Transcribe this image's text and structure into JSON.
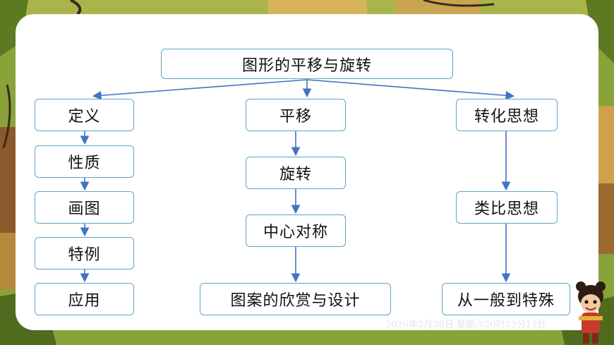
{
  "diagram": {
    "root": "图形的平移与旋转",
    "columns": [
      {
        "items": [
          "定义",
          "性质",
          "画图",
          "特例",
          "应用"
        ]
      },
      {
        "items": [
          "平移",
          "旋转",
          "中心对称",
          "图案的欣赏与设计"
        ]
      },
      {
        "items": [
          "转化思想",
          "类比思想",
          "从一般到特殊"
        ]
      }
    ]
  },
  "watermark": "2026年2月28日 星期六20时23分12秒",
  "colors": {
    "box_border": "#5fa6c4",
    "arrow": "#4472c4",
    "card": "#ffffff",
    "background": "#6f8a2c"
  }
}
